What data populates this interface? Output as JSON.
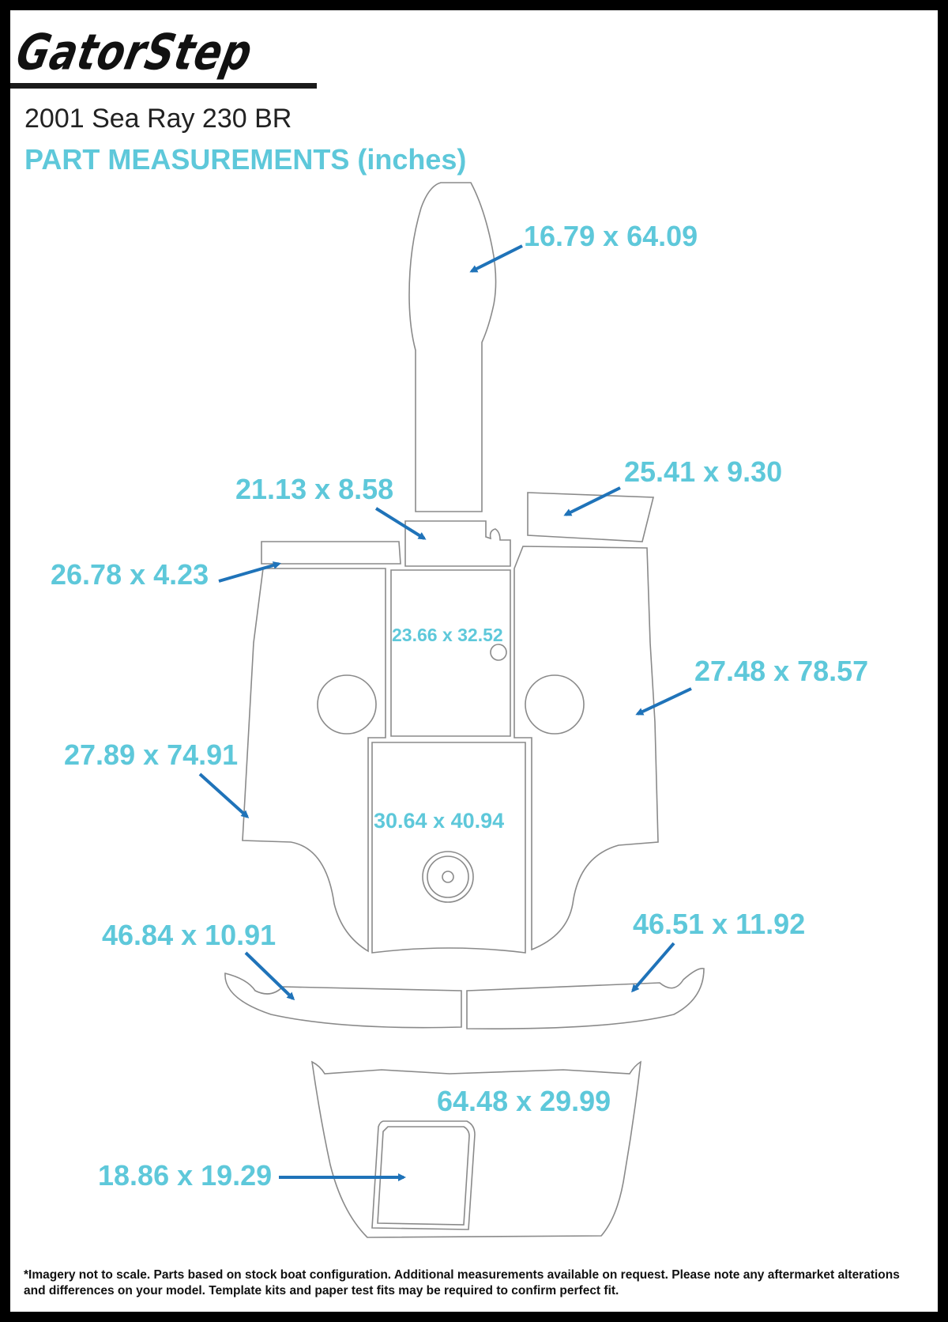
{
  "brand": {
    "logo_text": "GatorStep"
  },
  "header": {
    "boat_title": "2001 Sea Ray 230 BR",
    "section_title": "PART MEASUREMENTS (inches)"
  },
  "colors": {
    "label": "#5ec8da",
    "arrow": "#1f73b9",
    "outline": "#8a8a8a",
    "frame": "#000000"
  },
  "parts": [
    {
      "id": "bow-walkway",
      "label": "16.79 x 64.09"
    },
    {
      "id": "starboard-step-pad",
      "label": "25.41 x 9.30"
    },
    {
      "id": "center-step-pad",
      "label": "21.13 x 8.58"
    },
    {
      "id": "port-step-pad",
      "label": "26.78 x 4.23"
    },
    {
      "id": "center-hatch-upper",
      "label": "23.66 x 32.52"
    },
    {
      "id": "starboard-floor",
      "label": "27.48 x 78.57"
    },
    {
      "id": "port-floor",
      "label": "27.89 x 74.91"
    },
    {
      "id": "center-floor-lower",
      "label": "30.64 x 40.94"
    },
    {
      "id": "port-swim-step",
      "label": "46.84 x 10.91"
    },
    {
      "id": "starboard-swim-step",
      "label": "46.51 x 11.92"
    },
    {
      "id": "swim-platform",
      "label": "64.48 x 29.99"
    },
    {
      "id": "swim-platform-hatch",
      "label": "18.86 x 19.29"
    }
  ],
  "disclaimer": "*Imagery not to scale. Parts based on stock boat configuration. Additional measurements available on request. Please note any aftermarket alterations and differences on your model. Template kits and paper test fits may be required to confirm perfect fit."
}
